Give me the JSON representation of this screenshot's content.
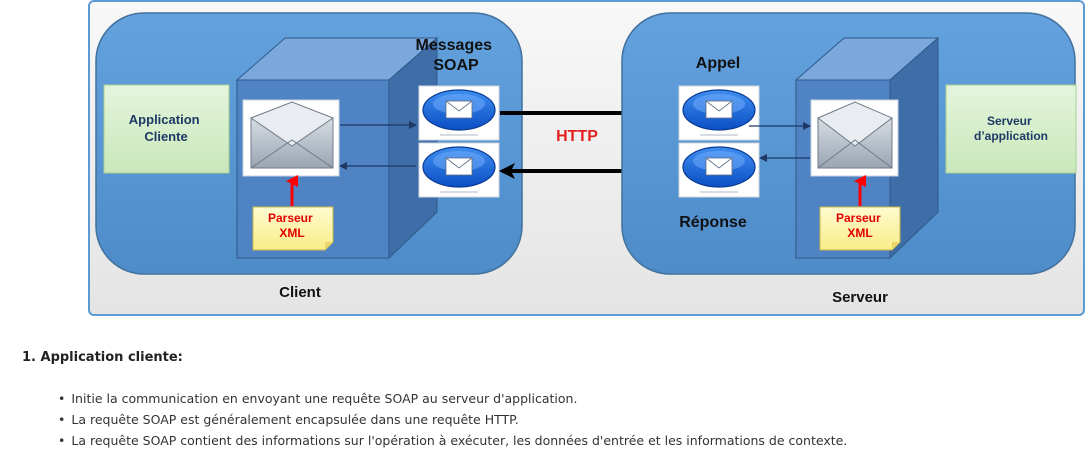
{
  "diagram": {
    "client": {
      "label": "Client",
      "application": [
        "Application",
        "Cliente"
      ],
      "parser": [
        "Parseur",
        "XML"
      ]
    },
    "server": {
      "label": "Serveur",
      "application": [
        "Serveur",
        "d’application"
      ],
      "parser": [
        "Parseur",
        "XML"
      ]
    },
    "messages_label": [
      "Messages",
      "SOAP"
    ],
    "protocol_label": "HTTP",
    "call_label": "Appel",
    "response_label": "Réponse",
    "colors": {
      "blob_fill": "#5b9bd5",
      "cube_front": "#4f83c4",
      "cube_side": "#3f6da8",
      "cube_top": "#7aa7dc",
      "app_box": "#d7efce",
      "note": "#fff7b0",
      "http_red": "#e32020",
      "arrow_red": "#ff0000",
      "frame": "#5b9bd5"
    }
  },
  "section": {
    "heading": "1. Application cliente:",
    "bullets": [
      "Initie la communication en envoyant une requête SOAP au serveur d'application.",
      "La requête SOAP est généralement encapsulée dans une requête HTTP.",
      "La requête SOAP contient des informations sur l'opération à exécuter, les données d'entrée et les informations de contexte."
    ]
  }
}
